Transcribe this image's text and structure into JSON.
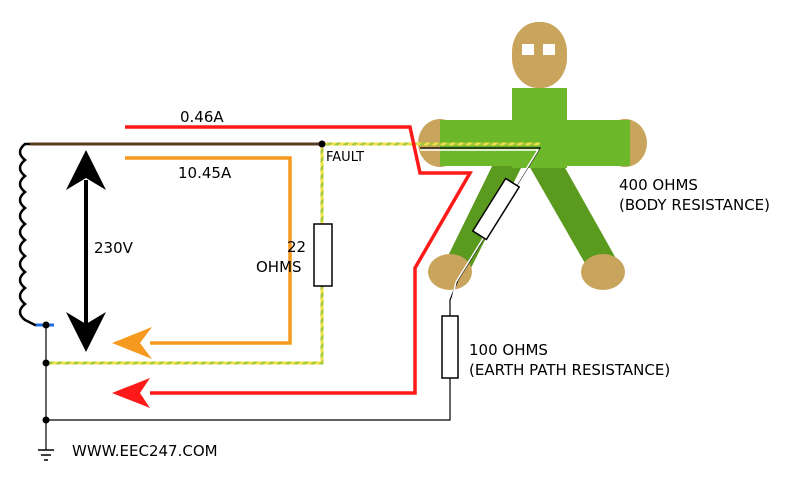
{
  "labels": {
    "current_body": "0.46A",
    "current_fault": "10.45A",
    "fault": "FAULT",
    "voltage": "230V",
    "fault_res_value": "22",
    "fault_res_unit": "OHMS",
    "body_res_value": "400 OHMS",
    "body_res_desc": "(BODY RESISTANCE)",
    "earth_res_value": "100 OHMS",
    "earth_res_desc": "(EARTH PATH RESISTANCE)",
    "website": "WWW.EEC247.COM"
  },
  "colors": {
    "live_wire": "#5a3a1e",
    "earth_green": "#a6c93a",
    "earth_yellow": "#f2e24a",
    "body_current": "#ff1a1a",
    "fault_current": "#f59a1e",
    "body_skin": "#c9a45c",
    "body_shirt": "#6cb82a",
    "body_legs": "#5a9a1e"
  }
}
